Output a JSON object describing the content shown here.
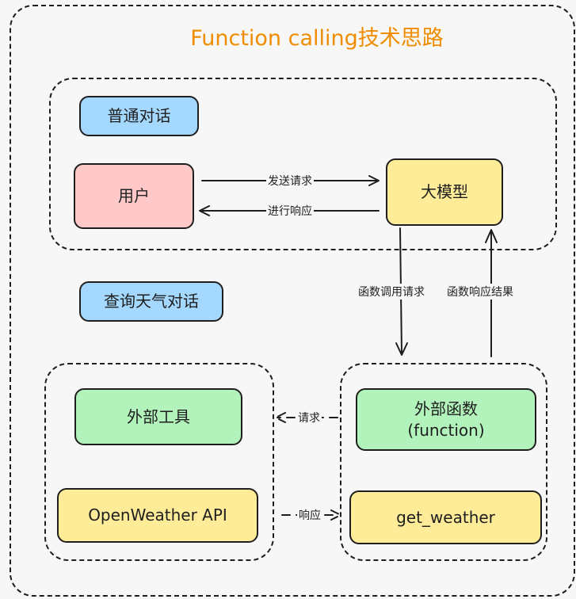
{
  "title": "Function calling技术思路",
  "groups": {
    "chat": {
      "label": "普通对话"
    },
    "weather": {
      "label": "查询天气对话"
    }
  },
  "nodes": {
    "user": "用户",
    "llm": "大模型",
    "external_tool": "外部工具",
    "openweather": "OpenWeather API",
    "external_function_line1": "外部函数",
    "external_function_line2": "(function)",
    "get_weather": "get_weather"
  },
  "edges": {
    "send_request": "发送请求",
    "respond": "进行响应",
    "function_call_request": "函数调用请求",
    "function_response": "函数响应结果",
    "request": "请求",
    "response": "响应"
  }
}
